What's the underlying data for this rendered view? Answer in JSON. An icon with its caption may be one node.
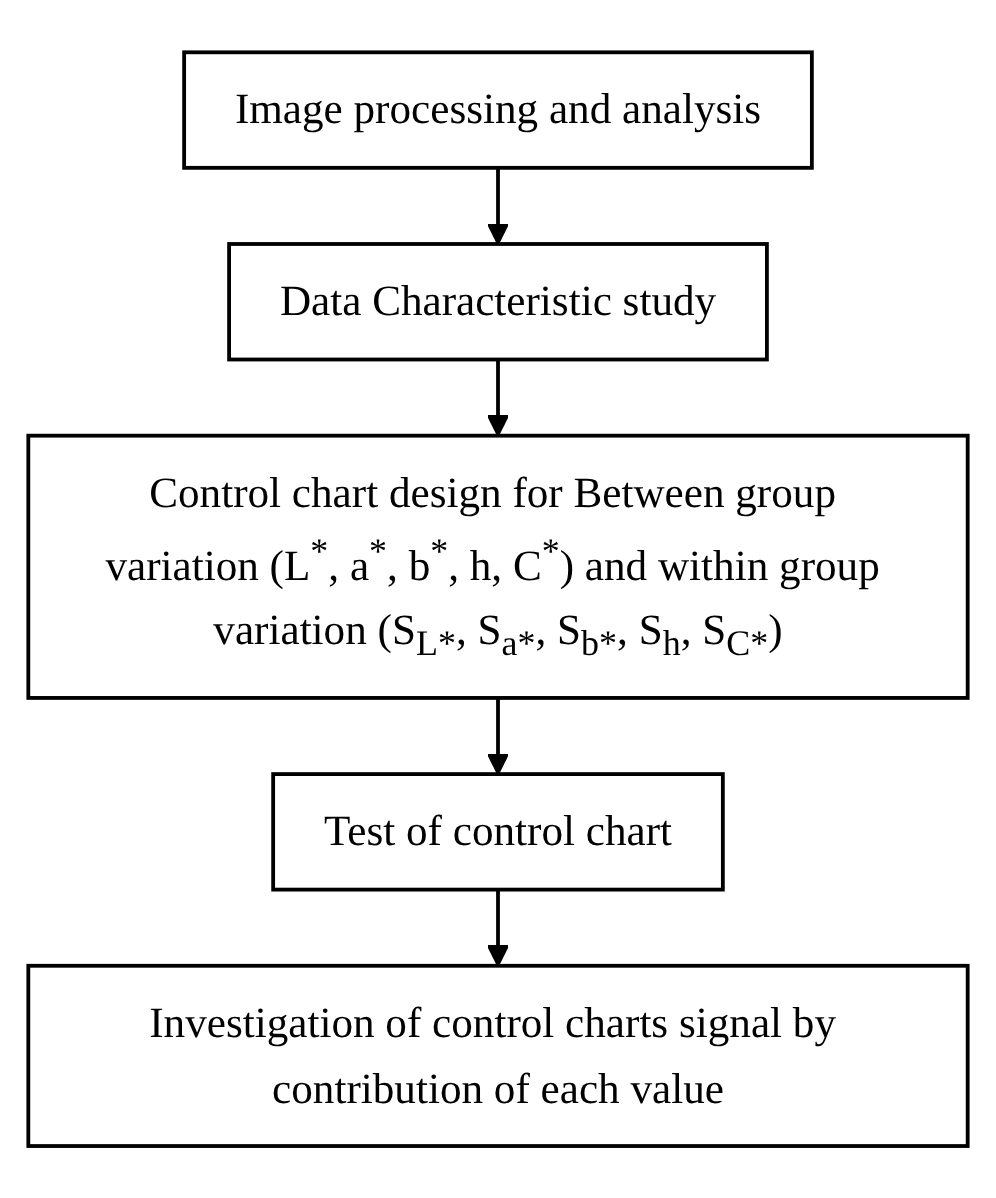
{
  "diagram": {
    "nodes": [
      {
        "text": [
          "Image processing and analysis"
        ]
      },
      {
        "text": [
          "Data Characteristic study"
        ]
      },
      {
        "text": [
          "Control chart design for Between group variation (L$^{*}$, a$^{*}$, b$^{*}$, h, C$^{*}$) and within group variation (S$_{L*}$, S$_{a*}$, S$_{b*}$, S$_{h}$, S$_{C*}$)"
        ]
      },
      {
        "text": [
          "Test of control chart"
        ]
      },
      {
        "text": [
          "Investigation of control charts signal by contribution of each value"
        ]
      }
    ],
    "edges": [
      {
        "from": 0,
        "to": 1,
        "arrow": "to"
      },
      {
        "from": 1,
        "to": 2,
        "arrow": "to"
      },
      {
        "from": 2,
        "to": 3,
        "arrow": "to"
      },
      {
        "from": 3,
        "to": 4,
        "arrow": "to"
      }
    ]
  }
}
